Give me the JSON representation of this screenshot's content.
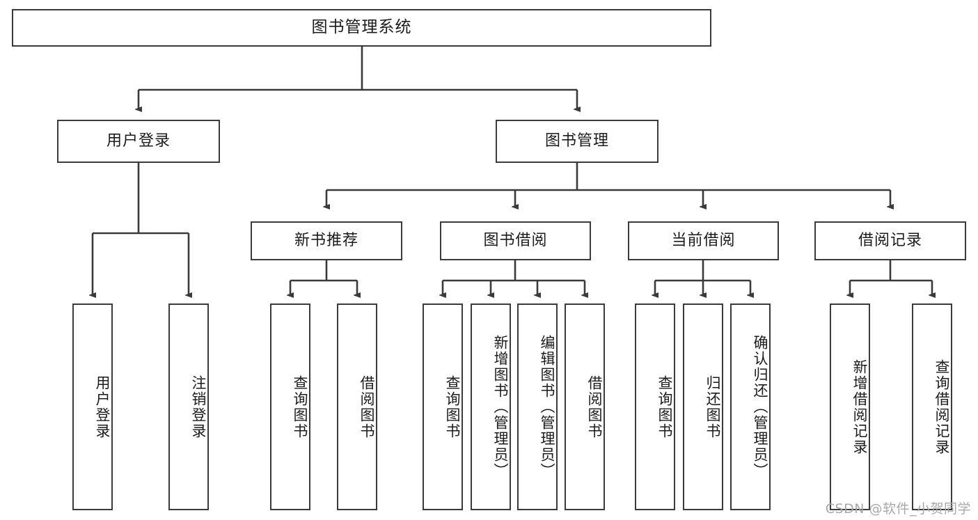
{
  "diagram": {
    "type": "tree-hierarchy-diagram",
    "title": "图书管理系统",
    "watermark": "CSDN @软件_小贺同学",
    "line_color": "#3a3a3a",
    "box_fill": "#ffffff",
    "text_color": "#1b1b1b",
    "nodes": {
      "root": {
        "label": "图书管理系统"
      },
      "level2": [
        {
          "id": "user-login",
          "label": "用户登录"
        },
        {
          "id": "book-manage",
          "label": "图书管理"
        }
      ],
      "level3": [
        {
          "id": "new-book-recommend",
          "label": "新书推荐"
        },
        {
          "id": "book-borrow",
          "label": "图书借阅"
        },
        {
          "id": "current-borrow",
          "label": "当前借阅"
        },
        {
          "id": "borrow-record",
          "label": "借阅记录"
        }
      ],
      "leaves": {
        "user_login": [
          {
            "id": "leaf-user-login",
            "label": "用户登录"
          },
          {
            "id": "leaf-logout-login",
            "label": "注销登录"
          }
        ],
        "new_book_recommend": [
          {
            "id": "leaf-query-book-1",
            "label": "查询图书"
          },
          {
            "id": "leaf-borrow-book-1",
            "label": "借阅图书"
          }
        ],
        "book_borrow": [
          {
            "id": "leaf-query-book-2",
            "label": "查询图书"
          },
          {
            "id": "leaf-add-book-admin",
            "label": "新增图书（管理员）"
          },
          {
            "id": "leaf-edit-book-admin",
            "label": "编辑图书（管理员）"
          },
          {
            "id": "leaf-borrow-book-2",
            "label": "借阅图书"
          }
        ],
        "current_borrow": [
          {
            "id": "leaf-query-book-3",
            "label": "查询图书"
          },
          {
            "id": "leaf-return-book",
            "label": "归还图书"
          },
          {
            "id": "leaf-confirm-return-admin",
            "label": "确认归还（管理员）"
          }
        ],
        "borrow_record": [
          {
            "id": "leaf-add-borrow-record",
            "label": "新增借阅记录"
          },
          {
            "id": "leaf-query-borrow-record",
            "label": "查询借阅记录"
          }
        ]
      }
    }
  }
}
